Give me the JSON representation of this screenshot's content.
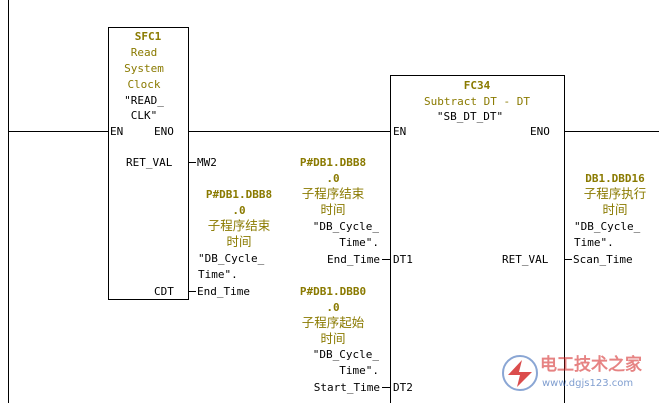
{
  "sfc1": {
    "name": "SFC1",
    "desc": [
      "Read",
      "System",
      "Clock"
    ],
    "symbol": [
      "\"READ_",
      "CLK\""
    ],
    "pin_en": "EN",
    "pin_eno": "ENO",
    "pin_ret_val": "RET_VAL",
    "pin_cdt": "CDT",
    "ret_val_operand": "MW2",
    "cdt_address": "P#DB1.DBB8",
    "cdt_bit": ".0",
    "cdt_comment": [
      "子程序结束",
      "时间"
    ],
    "cdt_symbol": [
      "\"DB_Cycle_",
      "Time\"."
    ],
    "cdt_operand": "End_Time"
  },
  "fc34": {
    "name": "FC34",
    "desc": "Subtract DT - DT",
    "symbol": "\"SB_DT_DT\"",
    "pin_en": "EN",
    "pin_eno": "ENO",
    "pin_dt1": "DT1",
    "pin_dt2": "DT2",
    "pin_ret_val": "RET_VAL",
    "dt1_address": "P#DB1.DBB8",
    "dt1_bit": ".0",
    "dt1_comment": [
      "子程序结束",
      "时间"
    ],
    "dt1_symbol": [
      "\"DB_Cycle_",
      "Time\"."
    ],
    "dt1_operand": "End_Time",
    "dt2_address": "P#DB1.DBB0",
    "dt2_bit": ".0",
    "dt2_comment": [
      "子程序起始",
      "时间"
    ],
    "dt2_symbol": [
      "\"DB_Cycle_",
      "Time\"."
    ],
    "dt2_operand": "Start_Time",
    "ret_address": "DB1.DBD16",
    "ret_comment": [
      "子程序执行",
      "时间"
    ],
    "ret_symbol": [
      "\"DB_Cycle_",
      "Time\"."
    ],
    "ret_operand": "Scan_Time"
  },
  "watermark": {
    "brand": "电工技术之家",
    "url": "www.dgjs123.com"
  },
  "colors": {
    "comment": "#8a7a00",
    "wire": "#000000",
    "watermark_red": "#d21f1f",
    "watermark_blue": "#2a5db0"
  }
}
